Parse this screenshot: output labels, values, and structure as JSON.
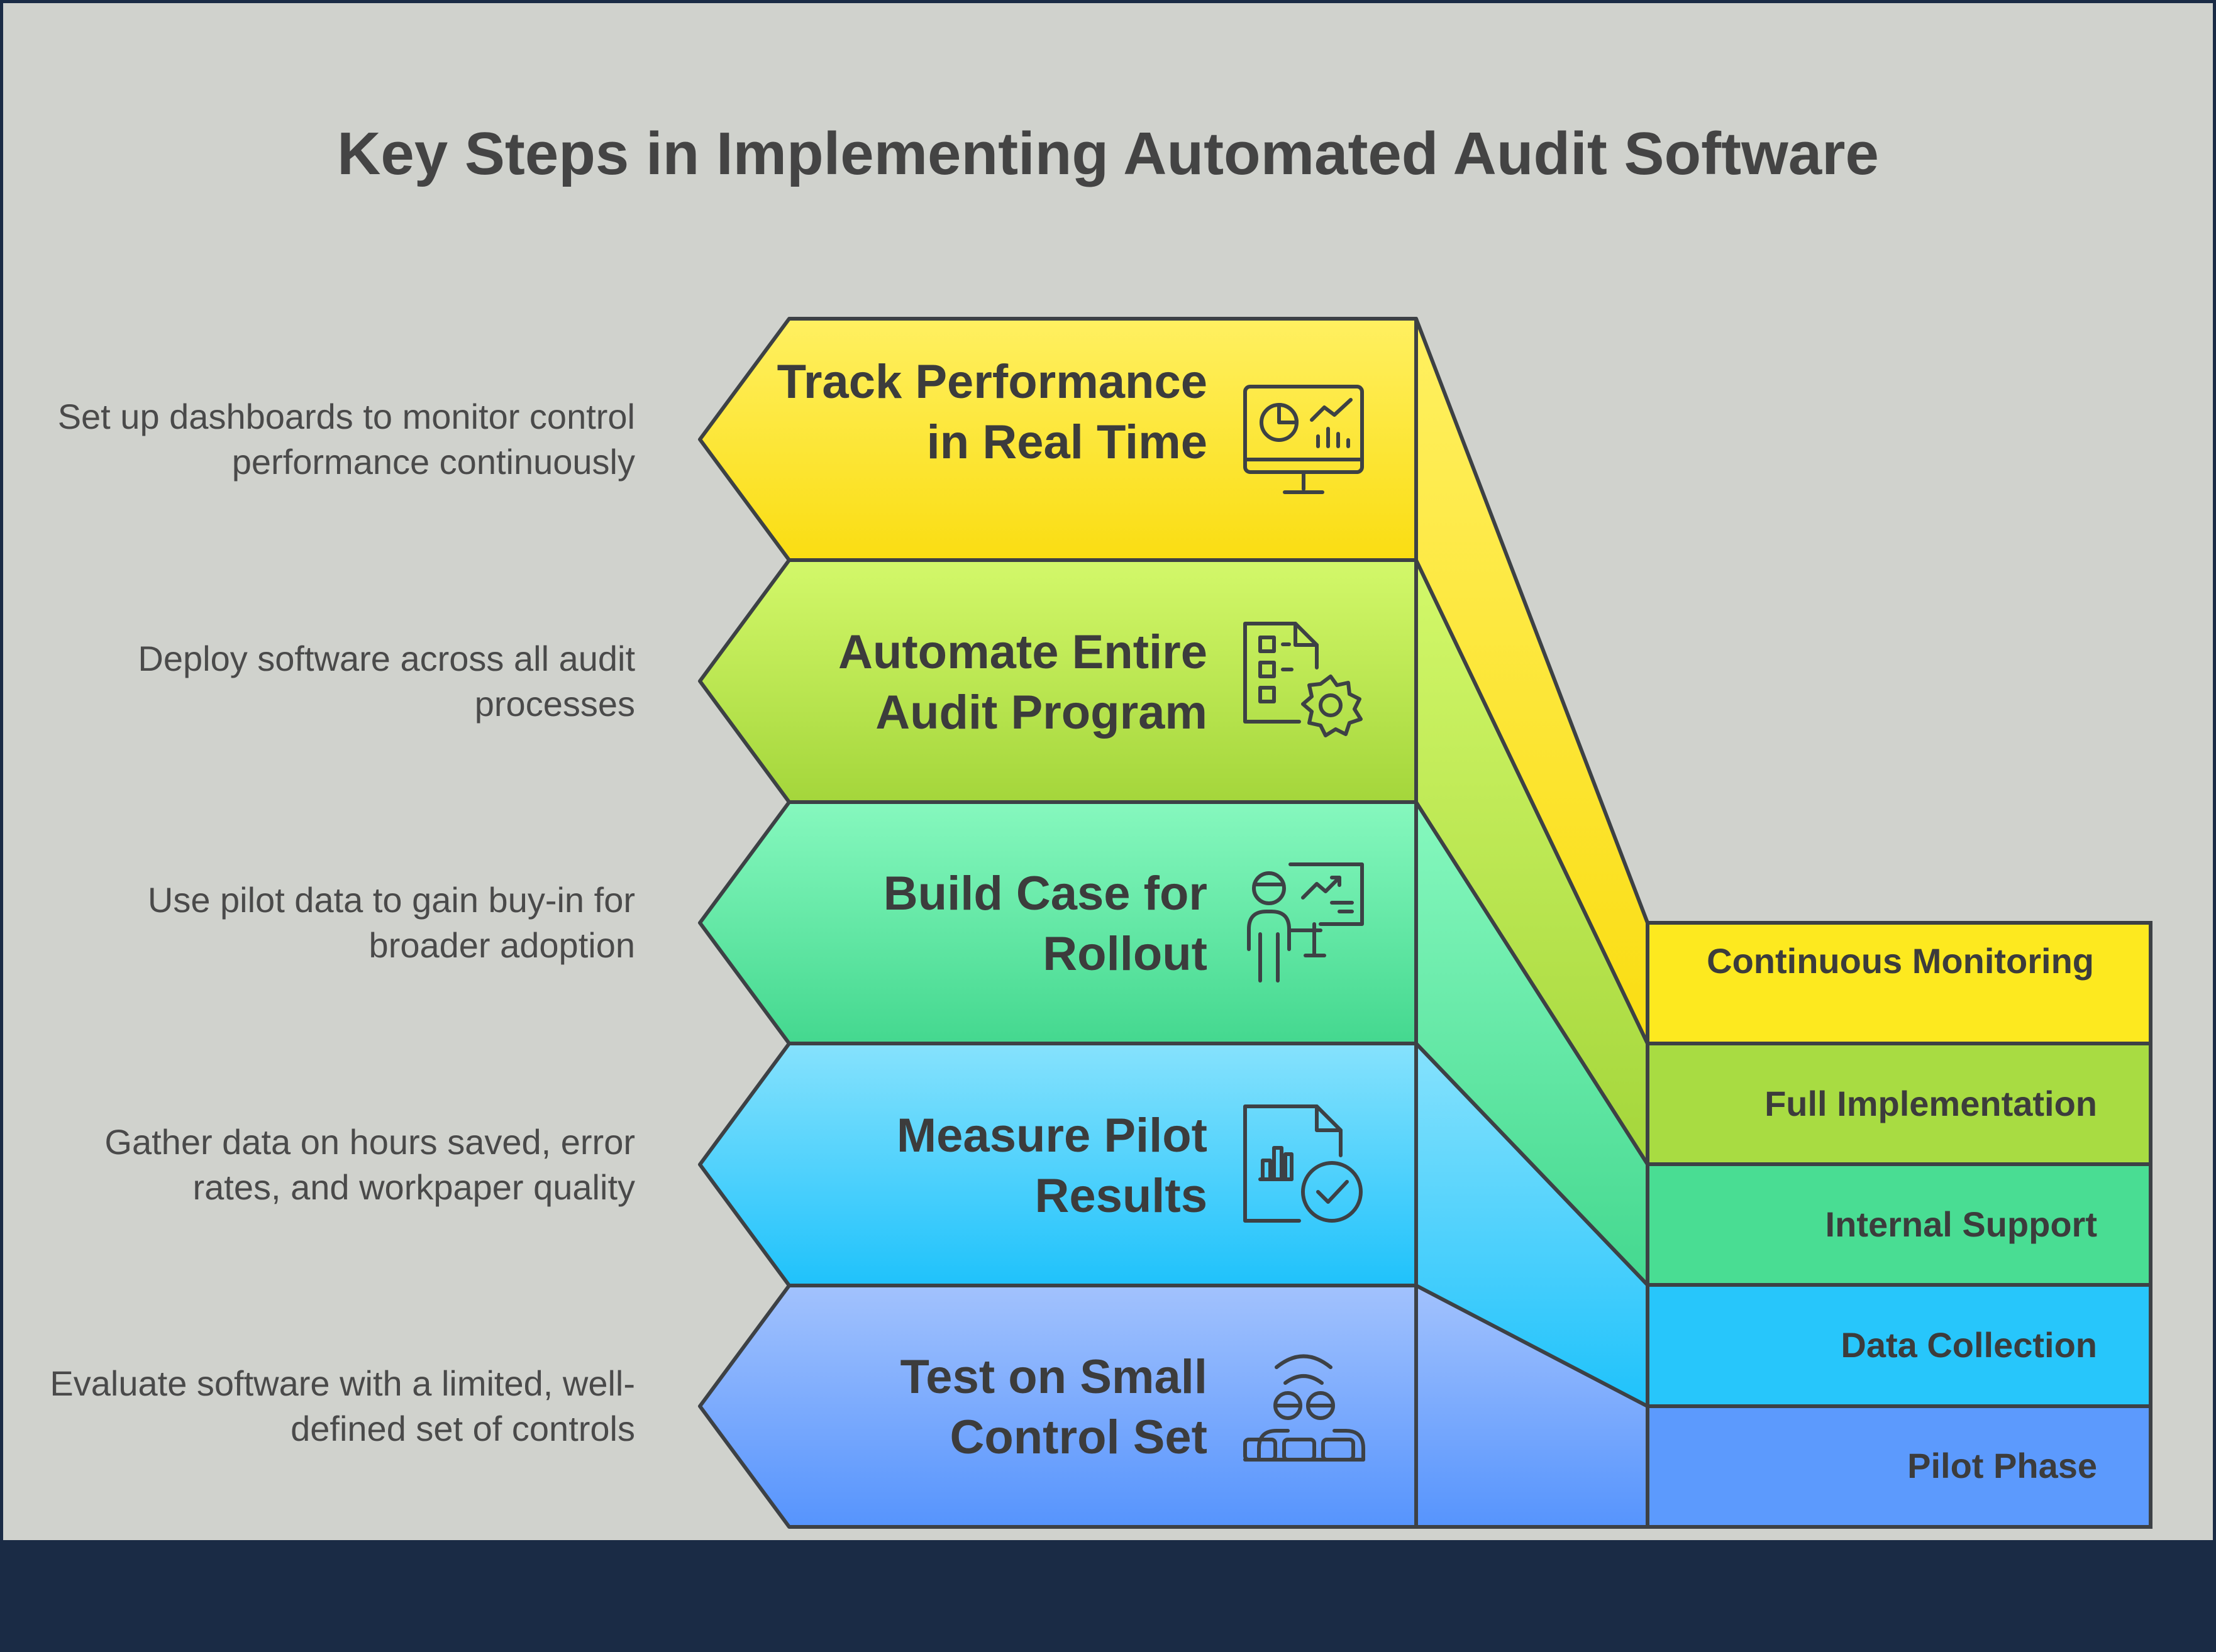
{
  "title": "Key Steps in Implementing Automated Audit Software",
  "colors": {
    "background": "#d0d2cd",
    "footer": "#1a2b45",
    "outline": "#3d4145",
    "text": "#3c3c3c"
  },
  "steps": [
    {
      "label": "Track Performance in Real Time",
      "description": "Set up dashboards to monitor control performance continuously",
      "icon": "dashboard-monitor-icon",
      "color_top": "#fff061",
      "color_bottom": "#fadd12"
    },
    {
      "label": "Automate Entire Audit Program",
      "description": "Deploy software across all audit processes",
      "icon": "checklist-gear-icon",
      "color_top": "#d3f86a",
      "color_bottom": "#a4d63b"
    },
    {
      "label": "Build Case for Rollout",
      "description": "Use pilot data to gain buy-in for broader adoption",
      "icon": "presenter-chart-icon",
      "color_top": "#86f8be",
      "color_bottom": "#44d88f"
    },
    {
      "label": "Measure Pilot Results",
      "description": "Gather data on hours saved, error rates, and workpaper quality",
      "icon": "report-check-icon",
      "color_top": "#86e2fd",
      "color_bottom": "#1fc2fb"
    },
    {
      "label": "Test on Small Control Set",
      "description": "Evaluate software with a limited, well-defined set of controls",
      "icon": "team-meeting-icon",
      "color_top": "#a2c2fd",
      "color_bottom": "#5694fd"
    }
  ],
  "phases": [
    {
      "label": "Continuous Monitoring",
      "color": "#fde91f"
    },
    {
      "label": "Full Implementation",
      "color": "#a8dc42"
    },
    {
      "label": "Internal Support",
      "color": "#49dd93"
    },
    {
      "label": "Data Collection",
      "color": "#27c6fb"
    },
    {
      "label": "Pilot Phase",
      "color": "#5c9afd"
    }
  ]
}
